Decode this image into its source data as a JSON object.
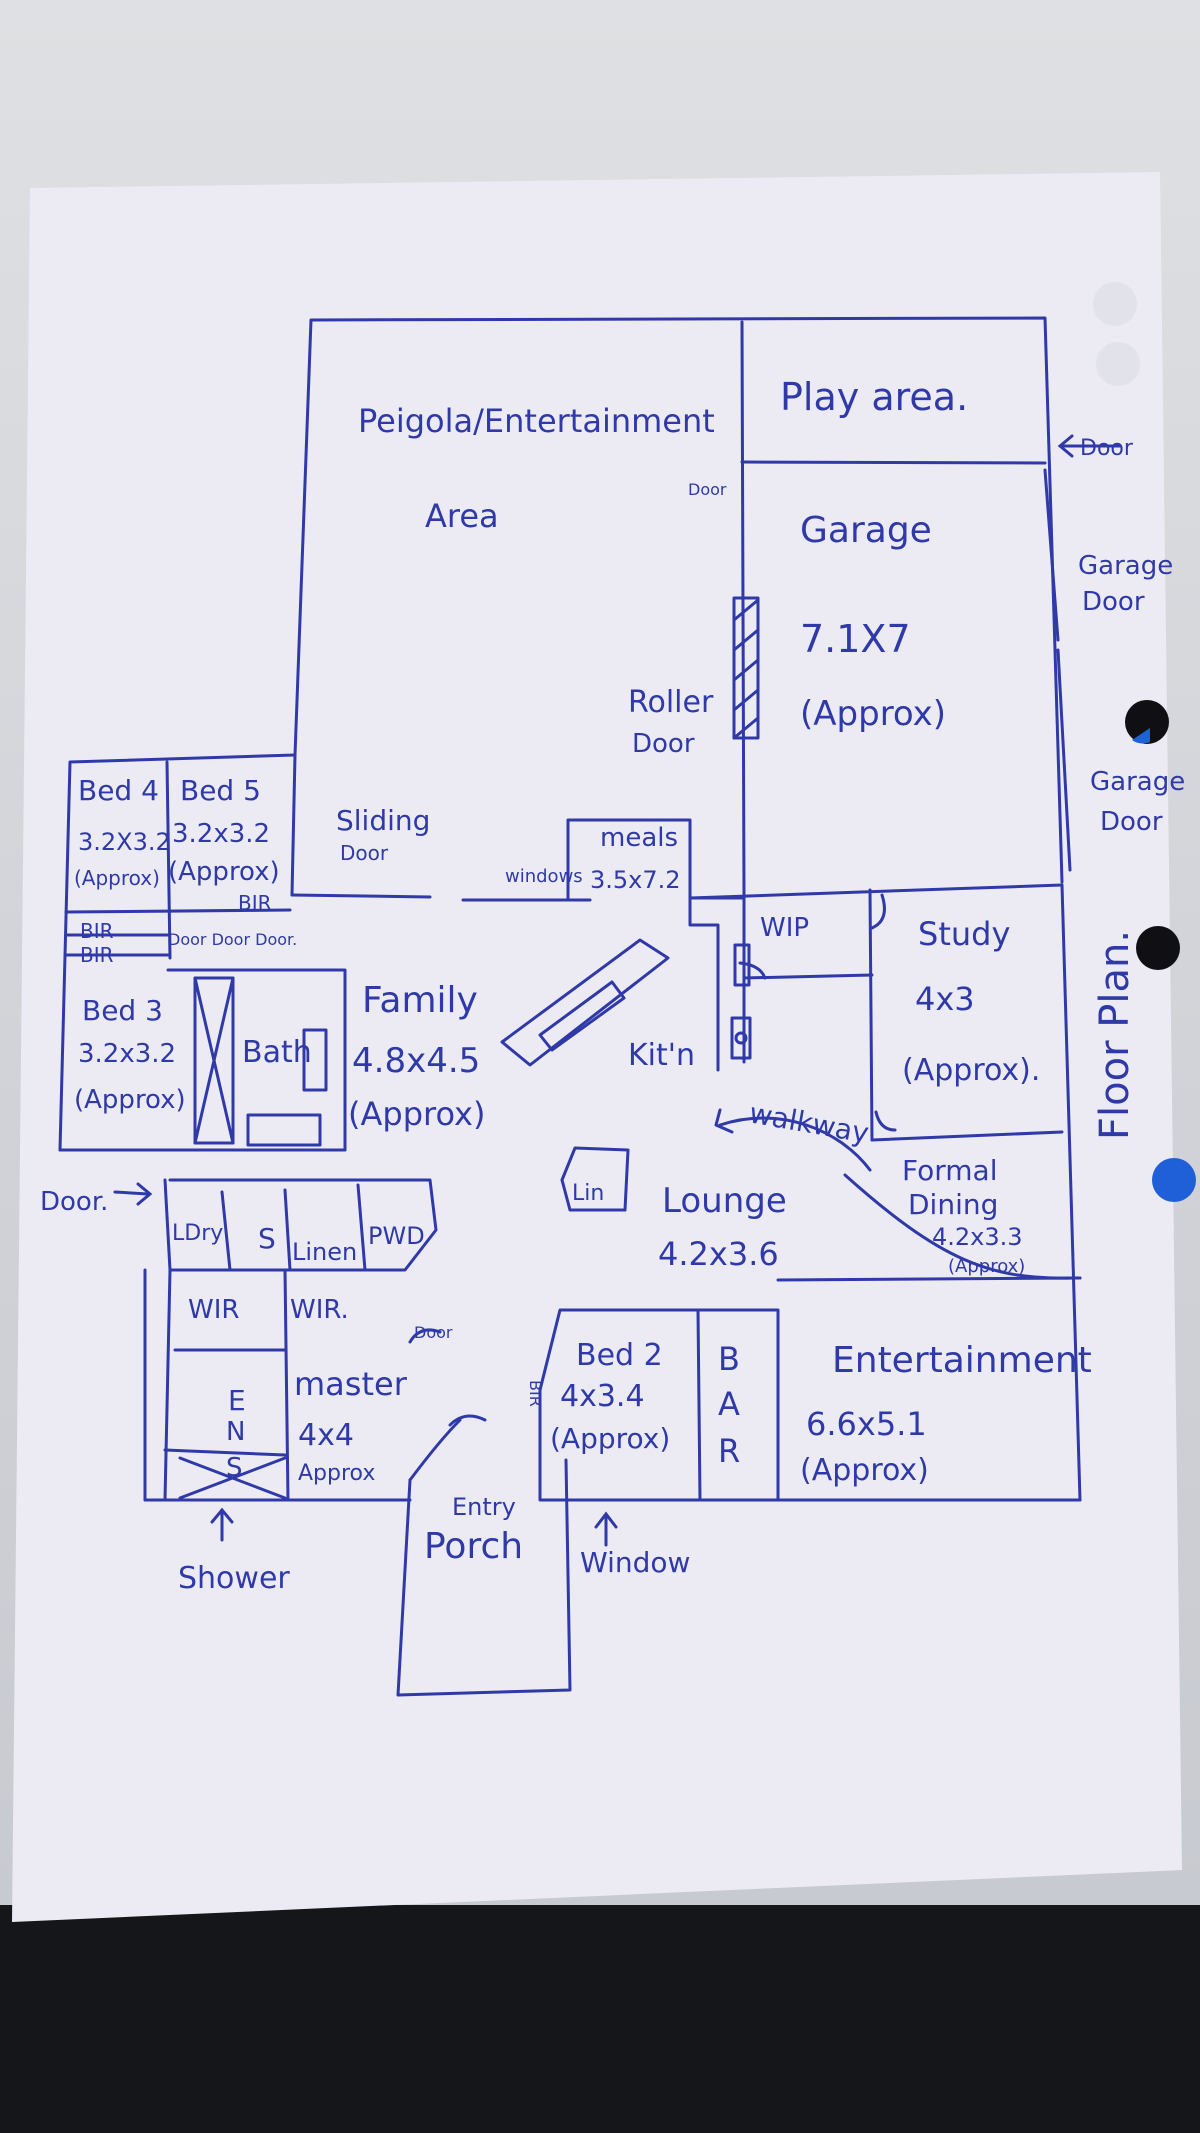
{
  "colors": {
    "ink": "#2f3aa8",
    "paper": "#ecebf4",
    "hole": "#1f5fd8"
  },
  "labels": {
    "pergola": "Peigola/Entertainment",
    "pergola_area": "Area",
    "play_area": "Play area.",
    "door_top_right": "Door",
    "door_small": "Door",
    "garage": "Garage",
    "garage_dims": "7.1X7",
    "garage_approx": "(Approx)",
    "garage_door_1a": "Garage",
    "garage_door_1b": "Door",
    "garage_door_2a": "Garage",
    "garage_door_2b": "Door",
    "roller_door_a": "Roller",
    "roller_door_b": "Door",
    "meals": "meals",
    "meals_dims": "3.5x7.2",
    "windows": "windows",
    "sliding_door_a": "Sliding",
    "sliding_door_b": "Door",
    "bed4": "Bed 4",
    "bed4_dims": "3.2X3.2",
    "bed4_approx": "(Approx)",
    "bed5": "Bed 5",
    "bed5_dims": "3.2x3.2",
    "bed5_approx": "(Approx)",
    "bir_1": "BIR",
    "bir_2": "BIR",
    "bir_3": "BIR",
    "door_pair": "Door Door Door.",
    "bed3": "Bed 3",
    "bed3_dims": "3.2x3.2",
    "bed3_approx": "(Approx)",
    "bath": "Bath",
    "family": "Family",
    "family_dims": "4.8x4.5",
    "family_approx": "(Approx)",
    "kitchen": "Kit'n",
    "wip": "WIP",
    "study": "Study",
    "study_dims": "4x3",
    "study_approx": "(Approx).",
    "walkway": "walkway",
    "lin_small": "Lin",
    "lounge": "Lounge",
    "lounge_dims": "4.2x3.6",
    "formal_dining_a": "Formal",
    "formal_dining_b": "Dining",
    "formal_dining_dims": "4.2x3.3",
    "formal_dining_approx": "(Approx)",
    "floor_plan": "Floor Plan.",
    "door_left": "Door.",
    "ldry": "LDry",
    "s_label": "S",
    "linen": "Linen",
    "pwd": "PWD",
    "wir_1": "WIR",
    "wir_2": "WIR.",
    "door_master": "Door",
    "ens_e": "E",
    "ens_n": "N",
    "ens_s": "S",
    "master": "master",
    "master_dims": "4x4",
    "master_approx": "Approx",
    "bed2": "Bed 2",
    "bed2_dims": "4x3.4",
    "bed2_approx": "(Approx)",
    "bir_bed2": "BIR",
    "bar_b": "B",
    "bar_a": "A",
    "bar_r": "R",
    "entertainment": "Entertainment",
    "entertainment_dims": "6.6x5.1",
    "entertainment_approx": "(Approx)",
    "entry": "Entry",
    "porch": "Porch",
    "window": "Window",
    "shower": "Shower"
  }
}
